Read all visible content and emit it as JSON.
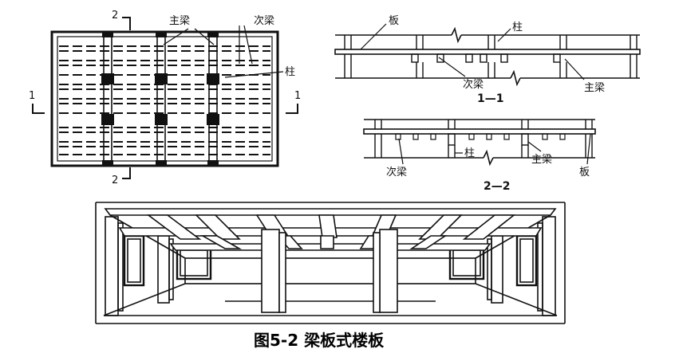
{
  "figure": {
    "caption": "图5-2 梁板式楼板"
  },
  "plan": {
    "label_main_beam": "主梁",
    "label_secondary_beam": "次梁",
    "label_column": "柱",
    "section_mark_1_left": "1",
    "section_mark_1_right": "1",
    "section_mark_2_top": "2",
    "section_mark_2_bottom": "2"
  },
  "section_1": {
    "title": "1—1",
    "label_slab": "板",
    "label_column": "柱",
    "label_secondary_beam": "次梁",
    "label_main_beam": "主梁"
  },
  "section_2": {
    "title": "2—2",
    "label_secondary_beam": "次梁",
    "label_column": "柱",
    "label_main_beam": "主梁",
    "label_slab": "板"
  }
}
